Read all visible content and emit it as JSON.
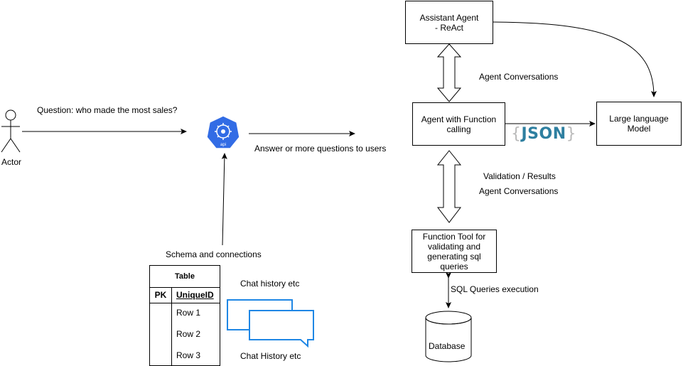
{
  "actor": {
    "label": "Actor"
  },
  "question": "Question: who made the most sales?",
  "api_icon_text": "api",
  "answer": "Answer or more questions to users",
  "schema_label": "Schema and connections",
  "table": {
    "title": "Table",
    "pk": "PK",
    "key": "UniqueID",
    "rows": [
      "Row 1",
      "Row 2",
      "Row 3"
    ]
  },
  "chat_top": "Chat history etc",
  "chat_bottom": "Chat History etc",
  "boxes": {
    "assistant": "Assistant Agent\n - ReAct",
    "agent_fn": "Agent with Function calling",
    "llm": "Large language Model",
    "tool": "Function Tool for validating and generating sql queries",
    "database": "Database"
  },
  "edge_labels": {
    "agent_conv_top": "Agent Conversations",
    "validation": "Validation / Results",
    "agent_conv_bottom": "Agent Conversations",
    "sql_exec": "SQL Queries execution"
  },
  "json_badge": {
    "open": "{",
    "text": "JSON",
    "close": "}"
  },
  "colors": {
    "stroke": "#000000",
    "chat_blue": "#1f87e5",
    "api_blue": "#326ce5",
    "json_teal": "#2e7fa0"
  }
}
